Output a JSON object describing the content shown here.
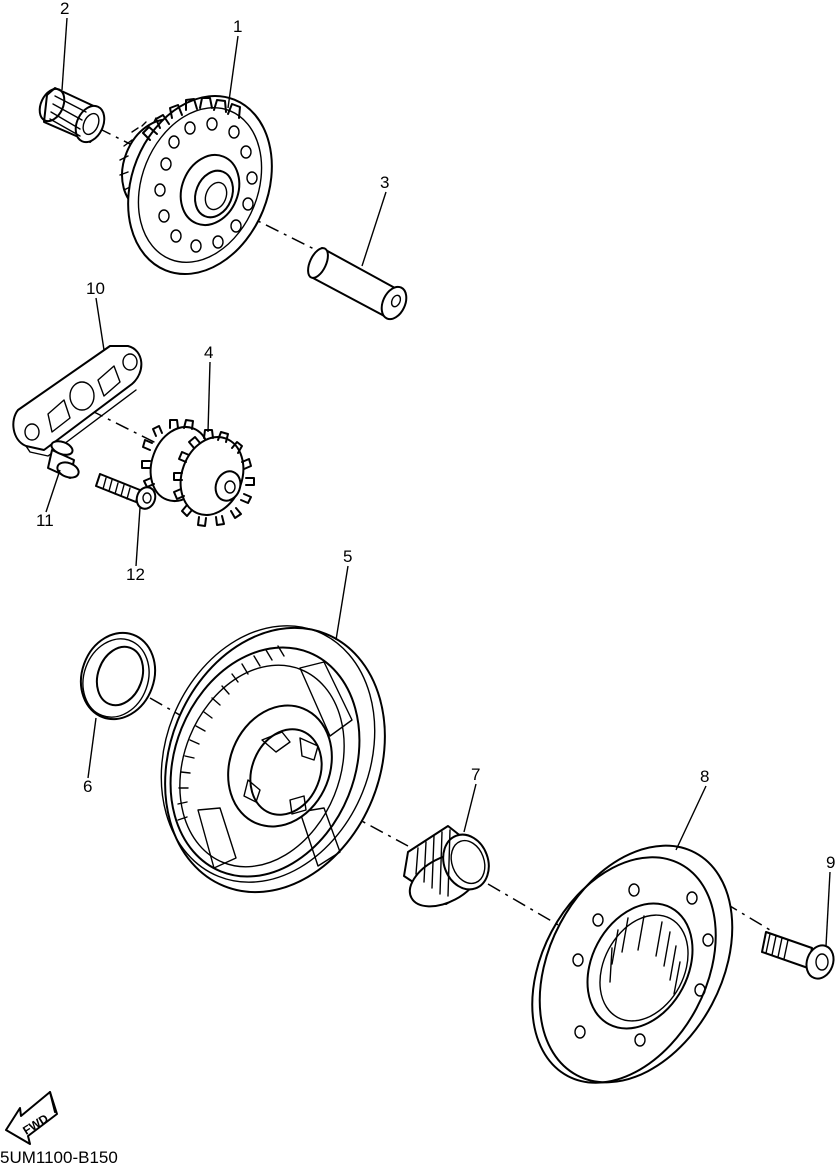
{
  "parts": [
    {
      "number": "1",
      "icon": "starter-idle-gear-icon"
    },
    {
      "number": "2",
      "icon": "needle-bearing-icon"
    },
    {
      "number": "3",
      "icon": "shaft-icon"
    },
    {
      "number": "4",
      "icon": "idle-gear-icon"
    },
    {
      "number": "5",
      "icon": "starter-wheel-gear-icon"
    },
    {
      "number": "6",
      "icon": "washer-icon"
    },
    {
      "number": "7",
      "icon": "needle-bearing-icon"
    },
    {
      "number": "8",
      "icon": "one-way-clutch-icon"
    },
    {
      "number": "9",
      "icon": "bolt-icon"
    },
    {
      "number": "10",
      "icon": "gear-plate-icon"
    },
    {
      "number": "11",
      "icon": "collar-icon"
    },
    {
      "number": "12",
      "icon": "screw-icon"
    }
  ],
  "fwd_label": "FWD",
  "diagram_code": "5UM1100-B150"
}
